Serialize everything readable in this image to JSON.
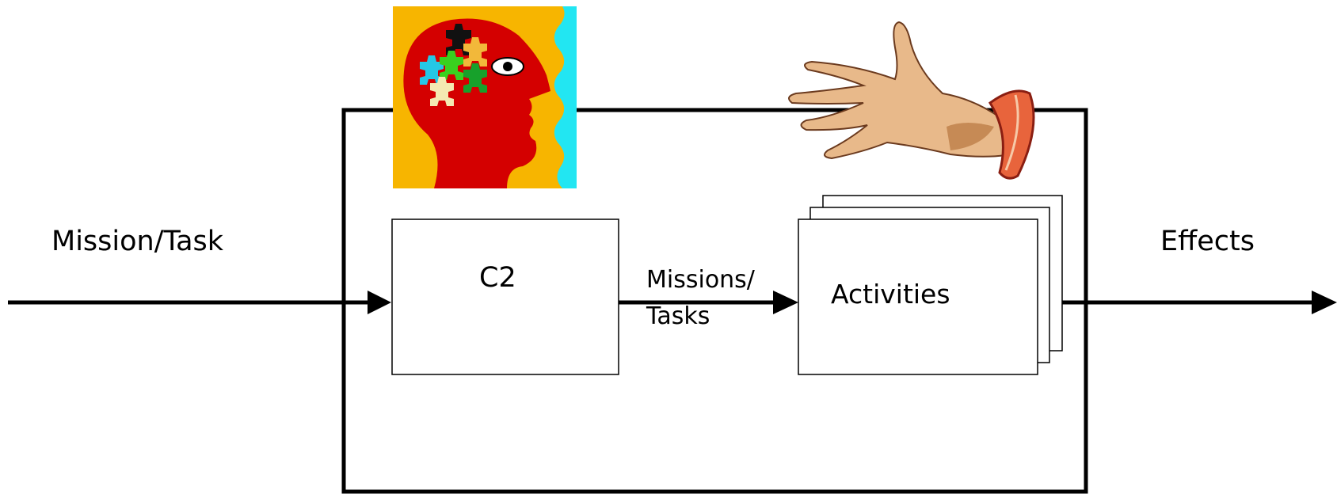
{
  "diagram": {
    "input_label": "Mission/Task",
    "output_label": "Effects",
    "c2_label": "C2",
    "intermediate_label_line1": "Missions/",
    "intermediate_label_line2": "Tasks",
    "activities_label": "Activities"
  },
  "icons": {
    "head": "thinking-head-puzzle-icon",
    "hand": "reaching-hand-icon"
  },
  "colors": {
    "line": "#000000",
    "head_background": "#F7B500",
    "head_face": "#D40000",
    "head_edge": "#22E6F2",
    "hand_skin": "#E8B98A",
    "cuff": "#E8643C"
  }
}
